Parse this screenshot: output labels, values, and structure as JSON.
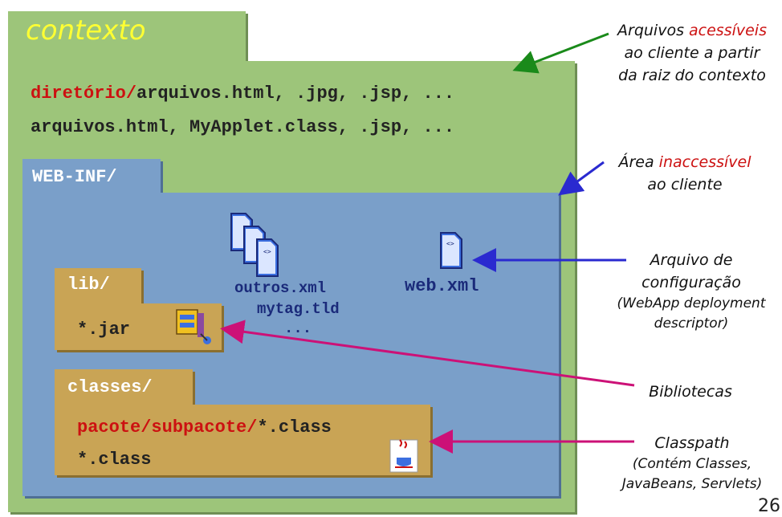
{
  "context": {
    "title": "contexto",
    "line1_dir": "diretório/",
    "line1_rest": "arquivos.html, .jpg, .jsp, ...",
    "line2": "arquivos.html, MyApplet.class, .jsp, ..."
  },
  "webinf": {
    "title": "WEB-INF/",
    "other_files": [
      "outros.xml",
      "mytag.tld",
      "..."
    ],
    "webxml": "web.xml"
  },
  "lib": {
    "title": "lib/",
    "content": "*.jar",
    "icon": "archive-icon"
  },
  "classes": {
    "title": "classes/",
    "line1_pkg": "pacote/subpacote/",
    "line1_rest": "*.class",
    "line2": "*.class",
    "icon": "java-cup-icon"
  },
  "annotations": {
    "accessible": {
      "pre": "Arquivos ",
      "highlight": "acessíveis",
      "line2": "ao cliente a partir",
      "line3": "da raiz do contexto"
    },
    "inaccessible": {
      "pre": "Área ",
      "highlight": "inaccessível",
      "line2": "ao cliente"
    },
    "config": {
      "line1": "Arquivo de",
      "line2": "configuração",
      "line3": "(WebApp deployment",
      "line4": "descriptor)"
    },
    "libraries": "Bibliotecas",
    "classpath": {
      "line1": "Classpath",
      "line2": "(Contém Classes,",
      "line3": "JavaBeans, Servlets)"
    }
  },
  "page_number": "26",
  "colors": {
    "context_green": "#9dc57a",
    "webinf_blue": "#7a9fc9",
    "folder_tan": "#c9a455",
    "highlight_red": "#cc1111",
    "title_yellow": "#ffff33",
    "arrow_green": "#1a8a1a",
    "arrow_blue": "#2a2ad0",
    "arrow_magenta": "#cc1177"
  }
}
